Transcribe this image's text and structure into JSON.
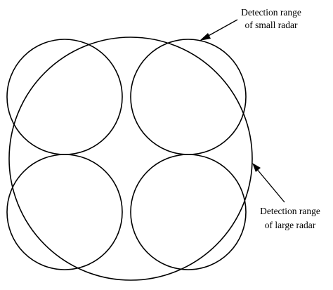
{
  "diagram": {
    "small_radar_label": {
      "line1": "Detection range",
      "line2": "of small radar"
    },
    "large_radar_label": {
      "line1": "Detection range",
      "line2": "of large radar"
    },
    "small_radar_count": 4,
    "large_radar_count": 1,
    "colors": {
      "stroke": "#000000",
      "background": "#ffffff"
    }
  }
}
